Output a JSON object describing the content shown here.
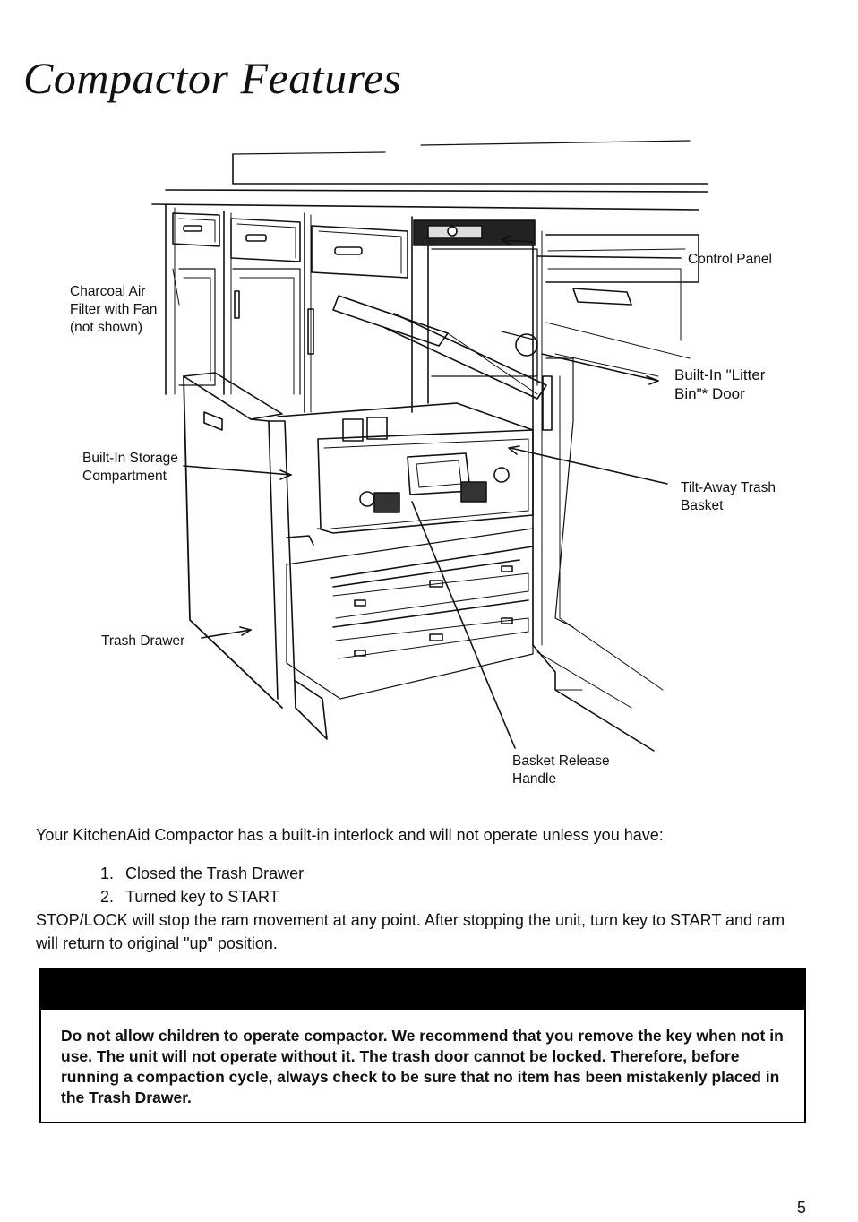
{
  "page": {
    "title": "Compactor Features",
    "page_number": "5"
  },
  "diagram": {
    "labels": {
      "charcoal_filter": "Charcoal Air\nFilter with Fan\n(not shown)",
      "control_panel": "Control Panel",
      "litter_bin_door": "Built-In \"Litter\nBin\"* Door",
      "storage_compartment": "Built-In Storage\nCompartment",
      "tilt_away_basket": "Tilt-Away Trash\nBasket",
      "trash_drawer": "Trash Drawer",
      "basket_release": "Basket Release\nHandle"
    }
  },
  "body": {
    "intro": "Your KitchenAid Compactor has a built-in interlock and will not operate unless you have:",
    "steps": [
      {
        "num": "1.",
        "text": "Closed the Trash Drawer"
      },
      {
        "num": "2.",
        "text": "Turned key to START"
      }
    ],
    "paragraph": "STOP/LOCK will stop the ram movement at any point. After stopping the unit, turn key to START and ram will return to original \"up\" position."
  },
  "warning": {
    "text": "Do not allow children to operate compactor. We recommend that you remove the key when not in use. The unit will not operate without it. The trash door cannot be locked. Therefore, before running a compaction cycle, always check to be sure that no item has been mistakenly placed in the Trash Drawer."
  }
}
